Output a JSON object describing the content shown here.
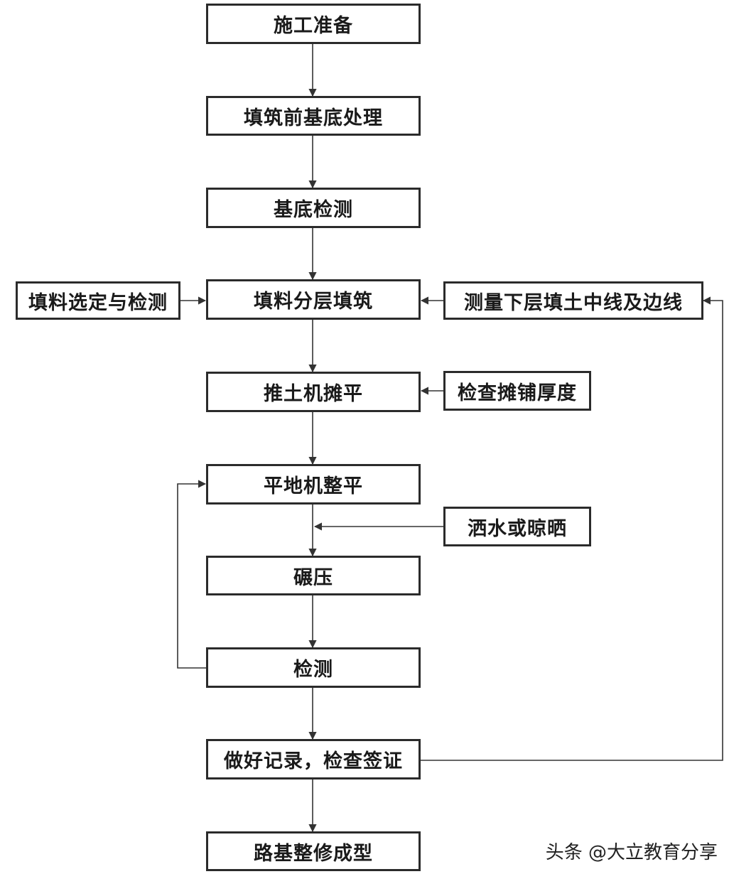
{
  "steps": {
    "prep": "施工准备",
    "base_treatment": "填筑前基底处理",
    "base_inspect": "基底检测",
    "layer_fill": "填料分层填筑",
    "bulldozer": "推土机摊平",
    "grader": "平地机整平",
    "compact": "碾压",
    "inspect": "检测",
    "record": "做好记录，检查签证",
    "final": "路基整修成型"
  },
  "side": {
    "material": "填料选定与检测",
    "survey": "测量下层填土中线及边线",
    "thickness": "检查摊铺厚度",
    "water": "洒水或晾晒"
  },
  "watermark": "头条 @大立教育分享"
}
